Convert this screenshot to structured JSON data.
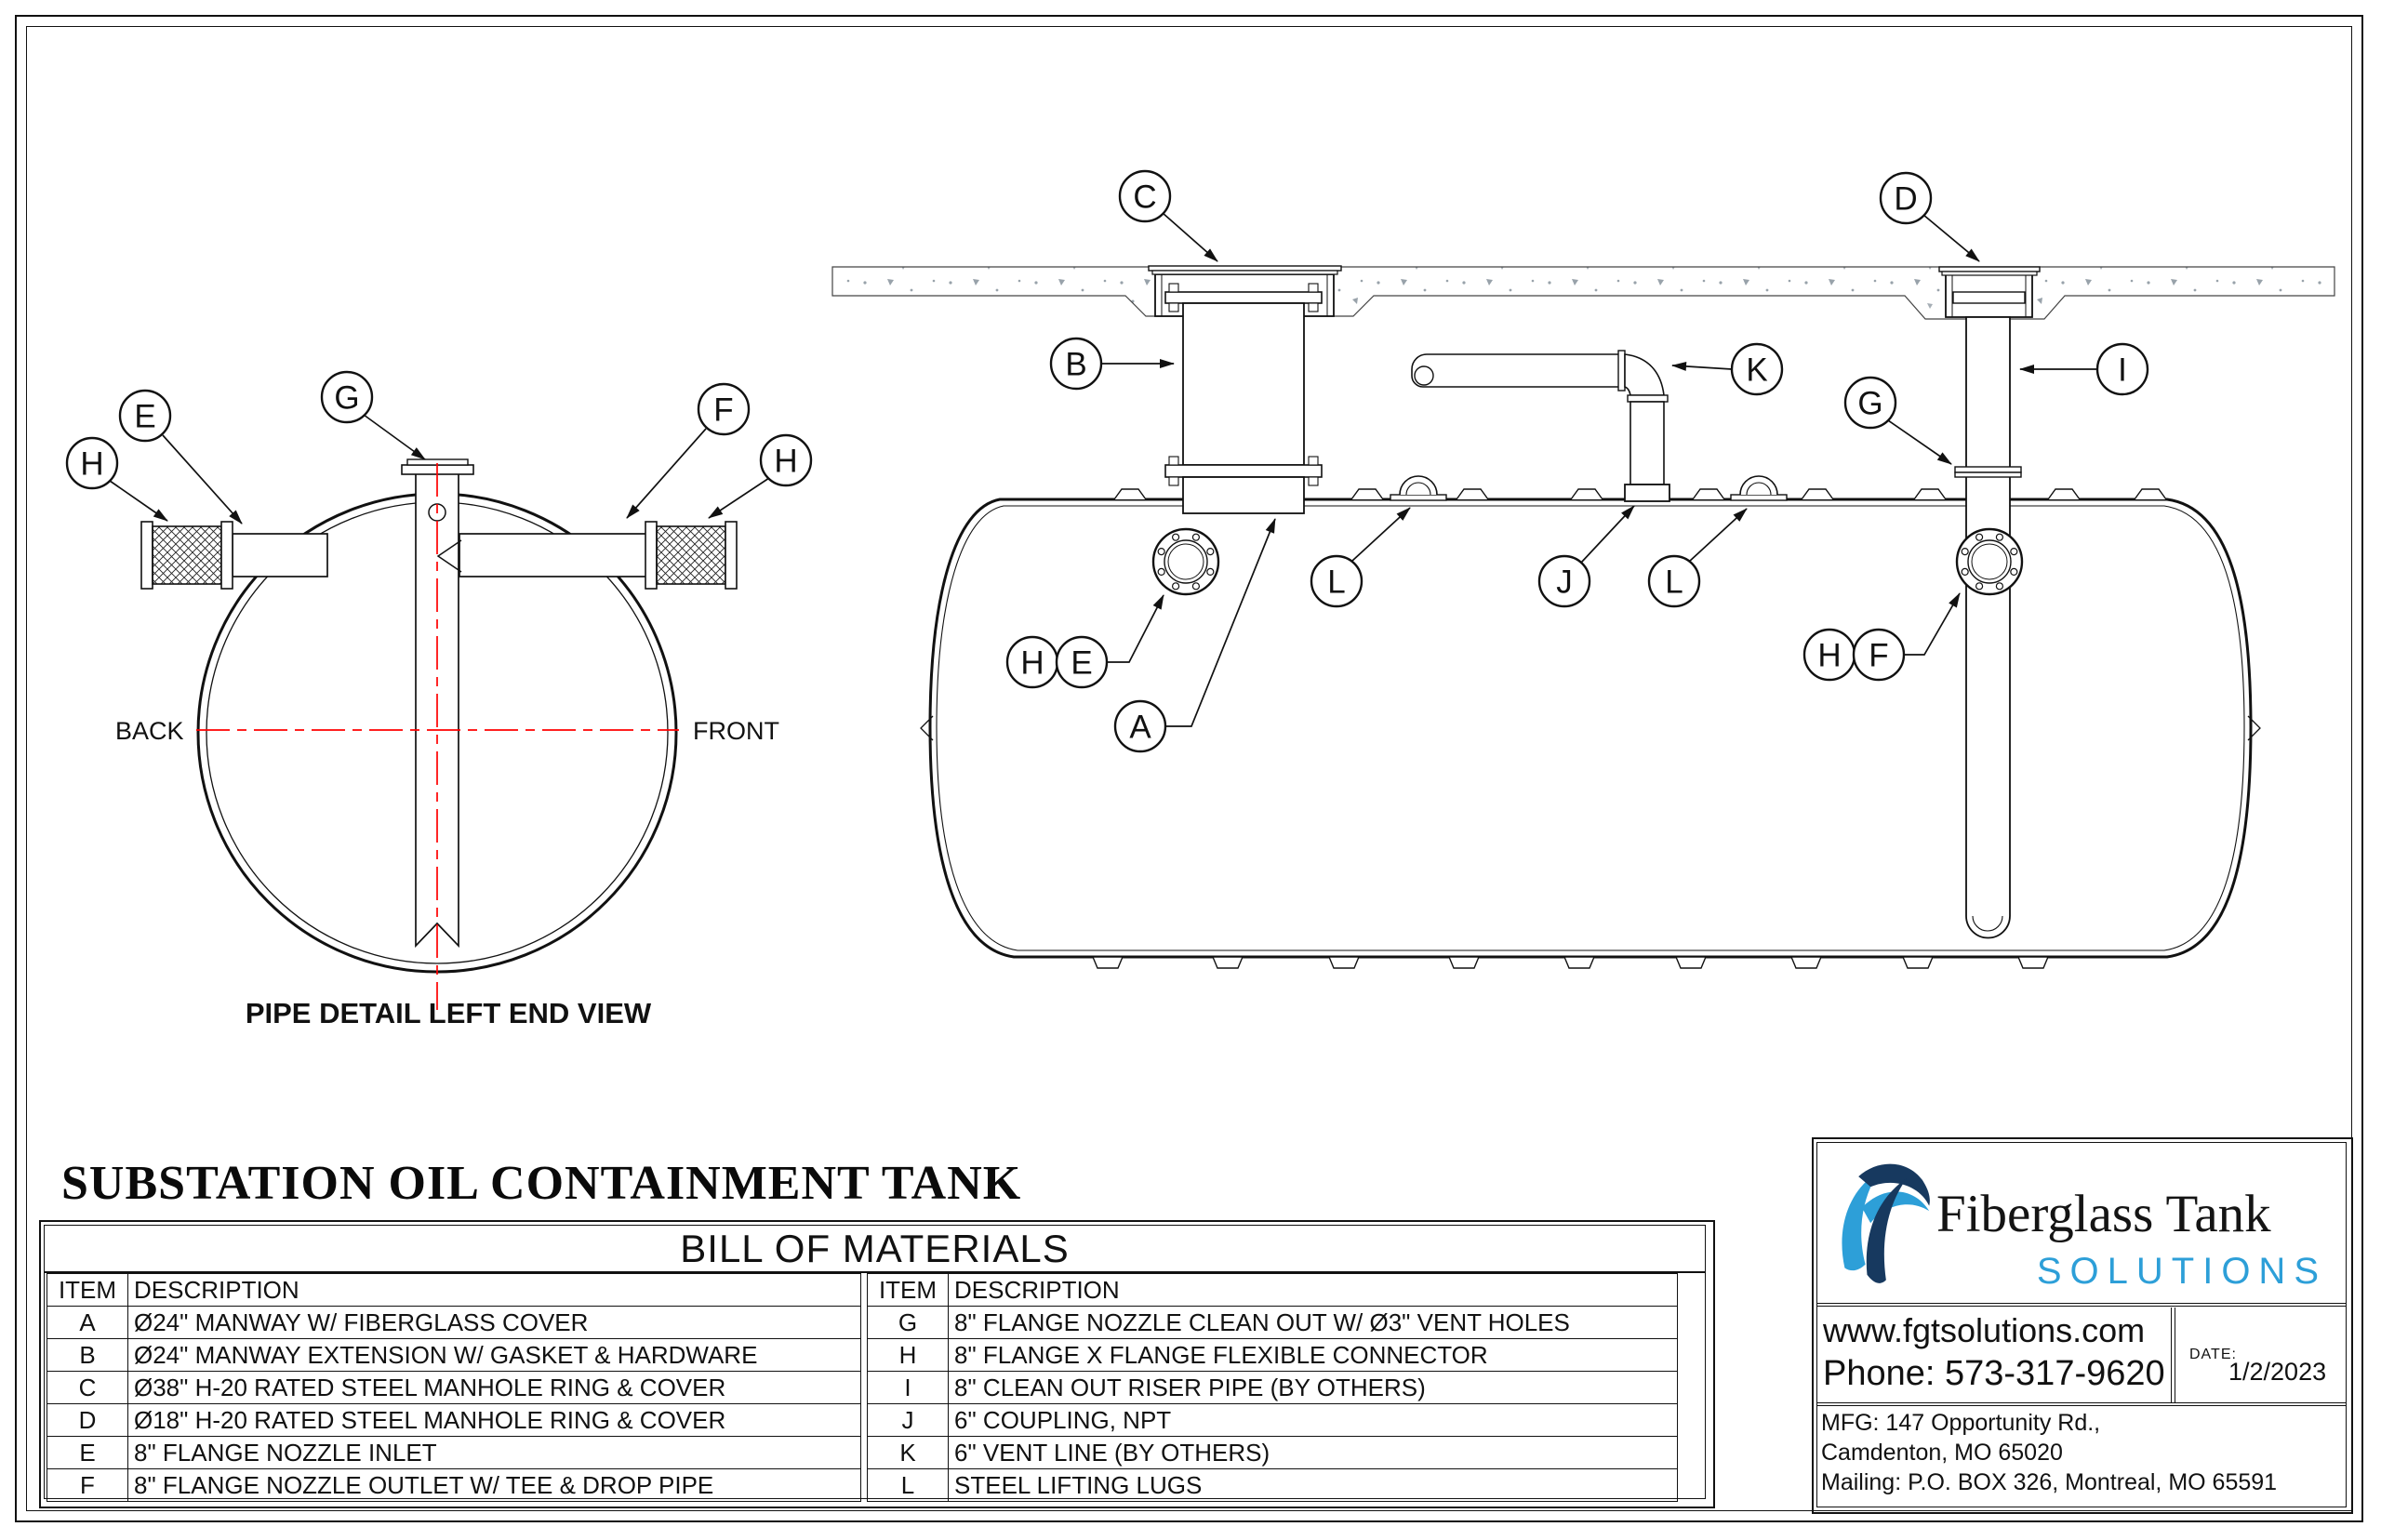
{
  "drawing": {
    "left_view": {
      "caption": "PIPE DETAIL LEFT END VIEW",
      "back_label": "BACK",
      "front_label": "FRONT"
    },
    "callouts": {
      "side": {
        "C": "C",
        "D": "D",
        "B": "B",
        "K": "K",
        "I": "I",
        "G": "G",
        "L1": "L",
        "J": "J",
        "L2": "L",
        "H1": "H",
        "E": "E",
        "A": "A",
        "H2": "H",
        "F": "F"
      },
      "left": {
        "E": "E",
        "G": "G",
        "F": "F",
        "H1": "H",
        "H2": "H"
      }
    }
  },
  "sheet_title": "SUBSTATION OIL CONTAINMENT TANK",
  "bom": {
    "title": "BILL OF MATERIALS",
    "col_item": "ITEM",
    "col_desc": "DESCRIPTION",
    "left_rows": [
      {
        "item": "A",
        "desc": "Ø24\" MANWAY W/ FIBERGLASS COVER"
      },
      {
        "item": "B",
        "desc": "Ø24\" MANWAY EXTENSION W/ GASKET & HARDWARE"
      },
      {
        "item": "C",
        "desc": "Ø38\" H-20 RATED STEEL MANHOLE RING & COVER"
      },
      {
        "item": "D",
        "desc": "Ø18\" H-20 RATED STEEL MANHOLE RING & COVER"
      },
      {
        "item": "E",
        "desc": "8\" FLANGE NOZZLE INLET"
      },
      {
        "item": "F",
        "desc": "8\" FLANGE NOZZLE OUTLET W/ TEE & DROP PIPE"
      }
    ],
    "right_rows": [
      {
        "item": "G",
        "desc": "8\" FLANGE NOZZLE CLEAN OUT W/ Ø3\" VENT HOLES"
      },
      {
        "item": "H",
        "desc": "8\" FLANGE X FLANGE FLEXIBLE CONNECTOR"
      },
      {
        "item": "I",
        "desc": "8\" CLEAN OUT RISER PIPE (BY OTHERS)"
      },
      {
        "item": "J",
        "desc": "6\" COUPLING, NPT"
      },
      {
        "item": "K",
        "desc": "6\" VENT LINE (BY OTHERS)"
      },
      {
        "item": "L",
        "desc": "STEEL LIFTING LUGS"
      }
    ]
  },
  "title_block": {
    "brand_name": "Fiberglass Tank",
    "brand_sub": "SOLUTIONS",
    "website": "www.fgtsolutions.com",
    "phone": "Phone: 573-317-9620",
    "date_label": "DATE:",
    "date_value": "1/2/2023",
    "address_lines": [
      "MFG: 147 Opportunity Rd.,",
      "Camdenton, MO 65020",
      "Mailing: P.O. BOX 326, Montreal, MO 65591"
    ]
  },
  "colors": {
    "centerline_red": "#ff0000",
    "line_black": "#111111",
    "brand_navy": "#17395f",
    "brand_blue": "#2d9fd8",
    "concrete_speck": "#98a2aa"
  }
}
